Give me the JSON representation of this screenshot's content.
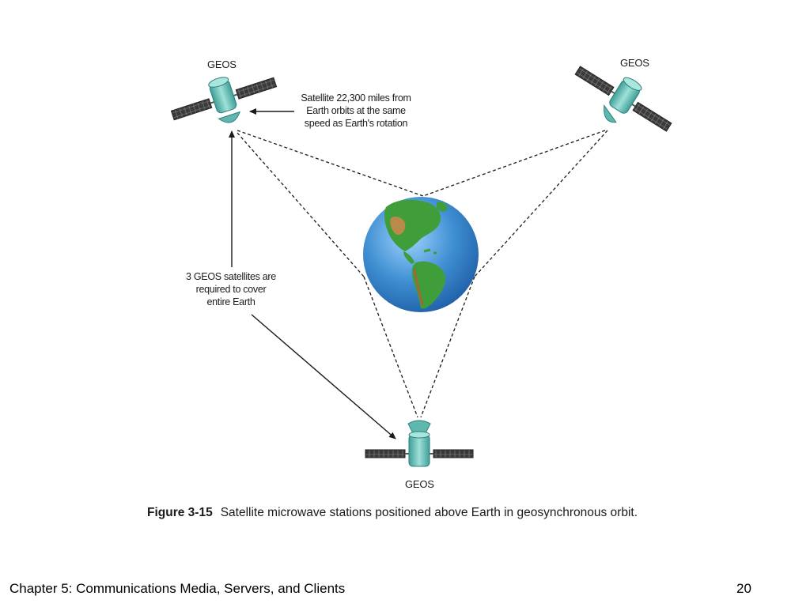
{
  "diagram": {
    "satellites": [
      {
        "id": "top-left",
        "label": "GEOS"
      },
      {
        "id": "top-right",
        "label": "GEOS"
      },
      {
        "id": "bottom",
        "label": "GEOS"
      }
    ],
    "annotations": {
      "orbit_note": [
        "Satellite 22,300 miles from",
        "Earth orbits at the same",
        "speed as Earth's rotation"
      ],
      "coverage_note": [
        "3 GEOS satellites are",
        "required to cover",
        "entire Earth"
      ]
    },
    "caption": {
      "number": "Figure 3-15",
      "text": "Satellite microwave stations positioned above Earth in geosynchronous orbit."
    }
  },
  "footer": {
    "title": "Chapter 5:  Communications Media, Servers, and Clients",
    "page": "20"
  },
  "colors": {
    "satellite_body": "#6fc4bd",
    "solar_panel": "#3d3d3d",
    "ocean": "#3f8fd2",
    "land": "#3f9e3a",
    "line": "#1a1a1a"
  }
}
